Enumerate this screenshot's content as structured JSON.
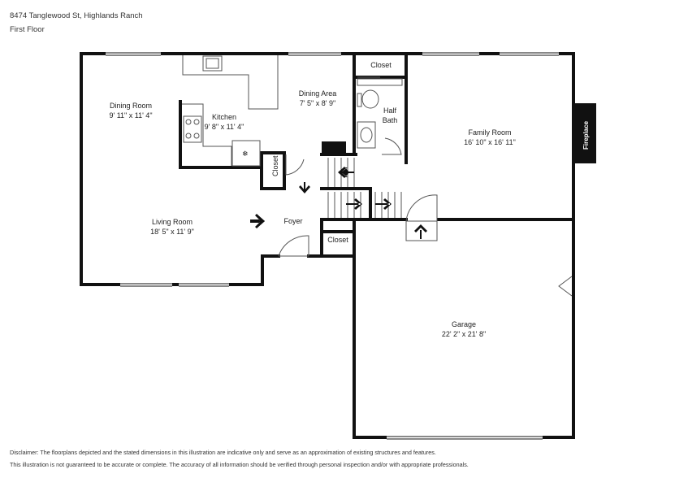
{
  "header": {
    "address": "8474 Tanglewood St, Highlands Ranch",
    "floor": "First Floor"
  },
  "rooms": {
    "dining_room": {
      "name": "Dining Room",
      "dims": "9' 11\" x 11' 4\""
    },
    "kitchen": {
      "name": "Kitchen",
      "dims": "9' 8\" x 11' 4\""
    },
    "dining_area": {
      "name": "Dining Area",
      "dims": "7' 5\" x 8' 9\""
    },
    "closet_top": {
      "name": "Closet"
    },
    "half_bath": {
      "name": "Half",
      "name2": "Bath"
    },
    "family_room": {
      "name": "Family Room",
      "dims": "16' 10\" x 16' 11\""
    },
    "fireplace": {
      "name": "Fireplace"
    },
    "closet_kitchen": {
      "name": "Closet"
    },
    "living_room": {
      "name": "Living Room",
      "dims": "18' 5\" x 11' 9\""
    },
    "foyer": {
      "name": "Foyer"
    },
    "closet_foyer": {
      "name": "Closet"
    },
    "garage": {
      "name": "Garage",
      "dims": "22' 2\" x 21' 8\""
    }
  },
  "disclaimer": {
    "line1": "Disclaimer: The floorplans depicted and the stated dimensions in this illustration are indicative only and serve as an approximation of existing structures and features.",
    "line2": "This illustration is not guaranteed to be accurate or complete. The accuracy of all information should be verified through personal inspection and/or with appropriate professionals."
  },
  "icons": {
    "stair_arrow": "arrow-icon",
    "fridge": "snowflake-icon"
  },
  "colors": {
    "wall": "#111111",
    "window": "#9a9a9a",
    "fixture": "#555555"
  }
}
